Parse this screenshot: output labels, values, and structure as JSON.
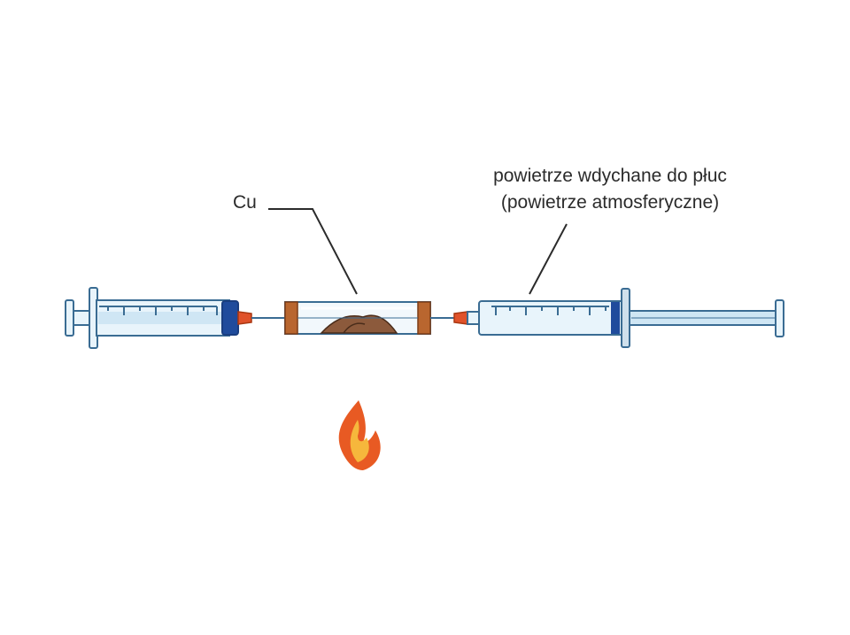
{
  "labels": {
    "copper": "Cu",
    "air_line1": "powietrze wdychane do płuc",
    "air_line2": "(powietrze atmosferyczne)"
  },
  "colors": {
    "barrel_fill": "#e8f4fb",
    "barrel_stroke": "#3a6c93",
    "liquid": "#cfe6f4",
    "plunger_dark": "#1f4b9c",
    "needle_hub": "#e0522a",
    "copper_band": "#b9662f",
    "copper_powder": "#8c5a3c",
    "flame_outer": "#e85a23",
    "flame_inner": "#f6b73c",
    "leader_line": "#2b2b2b"
  }
}
